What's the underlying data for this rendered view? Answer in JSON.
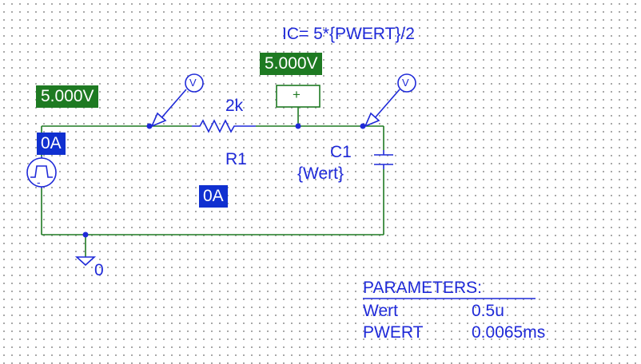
{
  "annotations": {
    "initial_condition": "IC= 5*{PWERT}/2"
  },
  "probes": {
    "voltage_left": "5.000V",
    "voltage_mid": "5.000V",
    "current_source": "0A",
    "current_r1": "0A",
    "probe_symbol": "V",
    "diff_plus": "+"
  },
  "components": {
    "r1_value": "2k",
    "r1_name": "R1",
    "c1_name": "C1",
    "c1_value": "{Wert}",
    "source_minus": "-",
    "ground_label": "0"
  },
  "parameters": {
    "header": "PARAMETERS:",
    "rows": [
      {
        "name": "Wert",
        "value": "0.5u"
      },
      {
        "name": "PWERT",
        "value": "0.0065ms"
      }
    ]
  },
  "colors": {
    "wire": "#1e7a22",
    "component": "#1f2ad8",
    "voltage_badge": "#1e7a22",
    "current_badge": "#1030d0"
  }
}
